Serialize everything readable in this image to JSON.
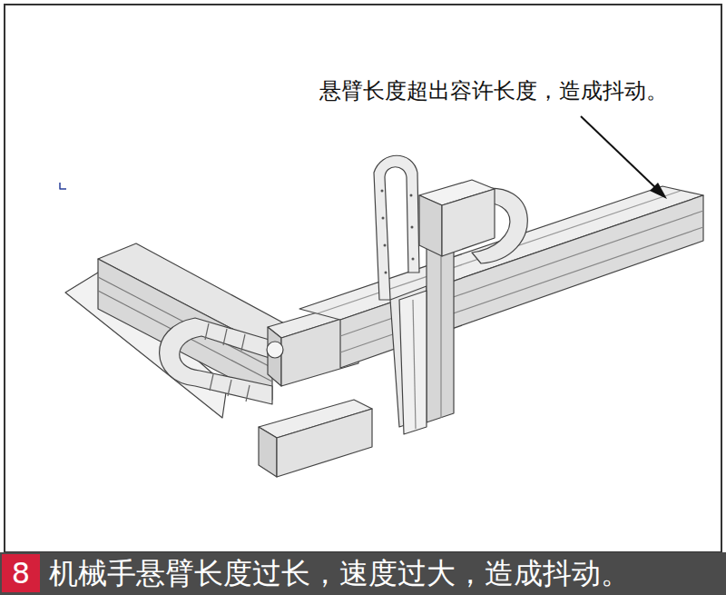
{
  "diagram": {
    "caption": "机械手悬臂长度过长，速度过大，造成抖动。",
    "labels": [
      "悬臂长度超出容许长度，造成抖动。",
      "8"
    ]
  }
}
